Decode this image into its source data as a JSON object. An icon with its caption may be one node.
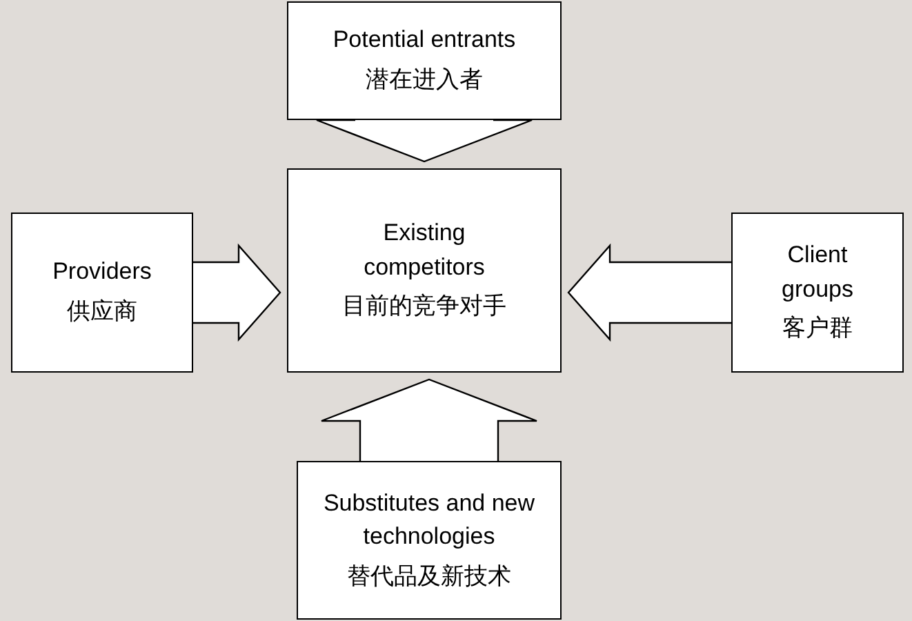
{
  "diagram": {
    "nodes": [
      {
        "text": [
          "Potential entrants",
          "潜在进入者"
        ]
      },
      {
        "text": [
          "Providers",
          "供应商"
        ]
      },
      {
        "text": [
          "Existing competitors",
          "目前的竞争对手"
        ]
      },
      {
        "text": [
          "Client groups",
          "客户群"
        ]
      },
      {
        "text": [
          "Substitutes and new technologies",
          "替代品及新技术"
        ]
      }
    ],
    "edges": [
      {
        "from": 0,
        "to": 2,
        "arrow": "to"
      },
      {
        "from": 1,
        "to": 2,
        "arrow": "to"
      },
      {
        "from": 3,
        "to": 2,
        "arrow": "to"
      },
      {
        "from": 4,
        "to": 2,
        "arrow": "to"
      }
    ]
  }
}
